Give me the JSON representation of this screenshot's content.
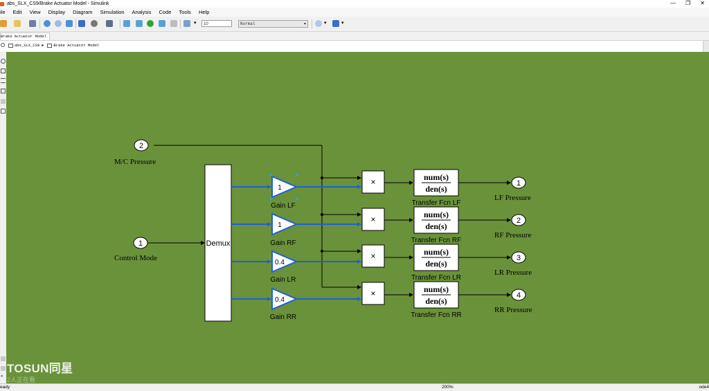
{
  "window": {
    "title": "abs_SLX_CS9/Brake Actuator Model - Simulink",
    "minimize": "—",
    "maximize": "❐",
    "close": "✕"
  },
  "menu": [
    "ile",
    "Edit",
    "View",
    "Display",
    "Diagram",
    "Simulation",
    "Analysis",
    "Code",
    "Tools",
    "Help"
  ],
  "toolbar": {
    "stop_time": "10",
    "sim_mode": "Normal",
    "dropdown_arrow": "▾"
  },
  "tab": {
    "label": "Brake Actuator Model"
  },
  "breadcrumb": {
    "root": "abs_SLX_CS9",
    "child": "Brake Actuator Model"
  },
  "diagram": {
    "inport_mc": {
      "number": "2",
      "label": "M/C Pressure"
    },
    "inport_control": {
      "number": "1",
      "label": "Control Mode"
    },
    "demux": {
      "label": "Demux"
    },
    "gains": [
      {
        "value": "1",
        "label": "Gain LF"
      },
      {
        "value": "1",
        "label": "Gain RF"
      },
      {
        "value": "0.4",
        "label": "Gain LR"
      },
      {
        "value": "0.4",
        "label": "Gain RR"
      }
    ],
    "product_symbol": "×",
    "transfer": [
      {
        "num": "num(s)",
        "den": "den(s)",
        "label": "Transfer Fcn LF"
      },
      {
        "num": "num(s)",
        "den": "den(s)",
        "label": "Transfer Fcn RF"
      },
      {
        "num": "num(s)",
        "den": "den(s)",
        "label": "Transfer Fcn LR"
      },
      {
        "num": "num(s)",
        "den": "den(s)",
        "label": "Transfer Fcn RR"
      }
    ],
    "outports": [
      {
        "number": "1",
        "label": "LF Pressure"
      },
      {
        "number": "2",
        "label": "RF Pressure"
      },
      {
        "number": "3",
        "label": "LR Pressure"
      },
      {
        "number": "4",
        "label": "RR Pressure"
      }
    ]
  },
  "status": {
    "left": "eady",
    "zoom": "200%",
    "solver": "ode4"
  },
  "watermark": {
    "brand": "TOSUN同星",
    "viewers": "2人正在看"
  },
  "colors": {
    "canvas": "#6a923a",
    "signal_blue": "#1f5fd6",
    "selection": "#3aa0d8"
  }
}
